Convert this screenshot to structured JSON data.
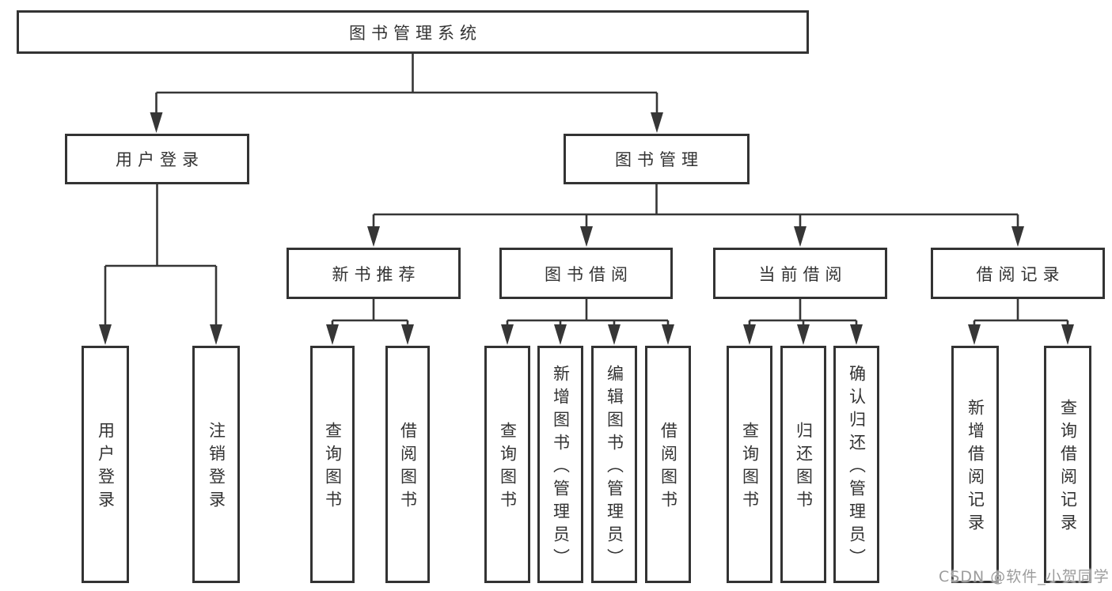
{
  "diagram": {
    "kind": "hierarchy-diagram",
    "tree": {
      "root": {
        "label": "图书管理系统"
      },
      "branches": [
        {
          "label": "用户登录",
          "children": [
            {
              "label": "用户登录"
            },
            {
              "label": "注销登录"
            }
          ]
        },
        {
          "label": "图书管理",
          "children": [
            {
              "label": "新书推荐",
              "children": [
                {
                  "label": "查询图书"
                },
                {
                  "label": "借阅图书"
                }
              ]
            },
            {
              "label": "图书借阅",
              "children": [
                {
                  "label": "查询图书"
                },
                {
                  "label": "新增图书（管理员）"
                },
                {
                  "label": "编辑图书（管理员）"
                },
                {
                  "label": "借阅图书"
                }
              ]
            },
            {
              "label": "当前借阅",
              "children": [
                {
                  "label": "查询图书"
                },
                {
                  "label": "归还图书"
                },
                {
                  "label": "确认归还（管理员）"
                }
              ]
            },
            {
              "label": "借阅记录",
              "children": [
                {
                  "label": "新增借阅记录"
                },
                {
                  "label": "查询借阅记录"
                }
              ]
            }
          ]
        }
      ]
    },
    "watermark": "CSDN @软件_小贺同学",
    "colors": {
      "line": "#363636",
      "box_border": "#333333",
      "text": "#333333",
      "background": "#ffffff",
      "watermark_text": "#9c9c9c"
    }
  }
}
